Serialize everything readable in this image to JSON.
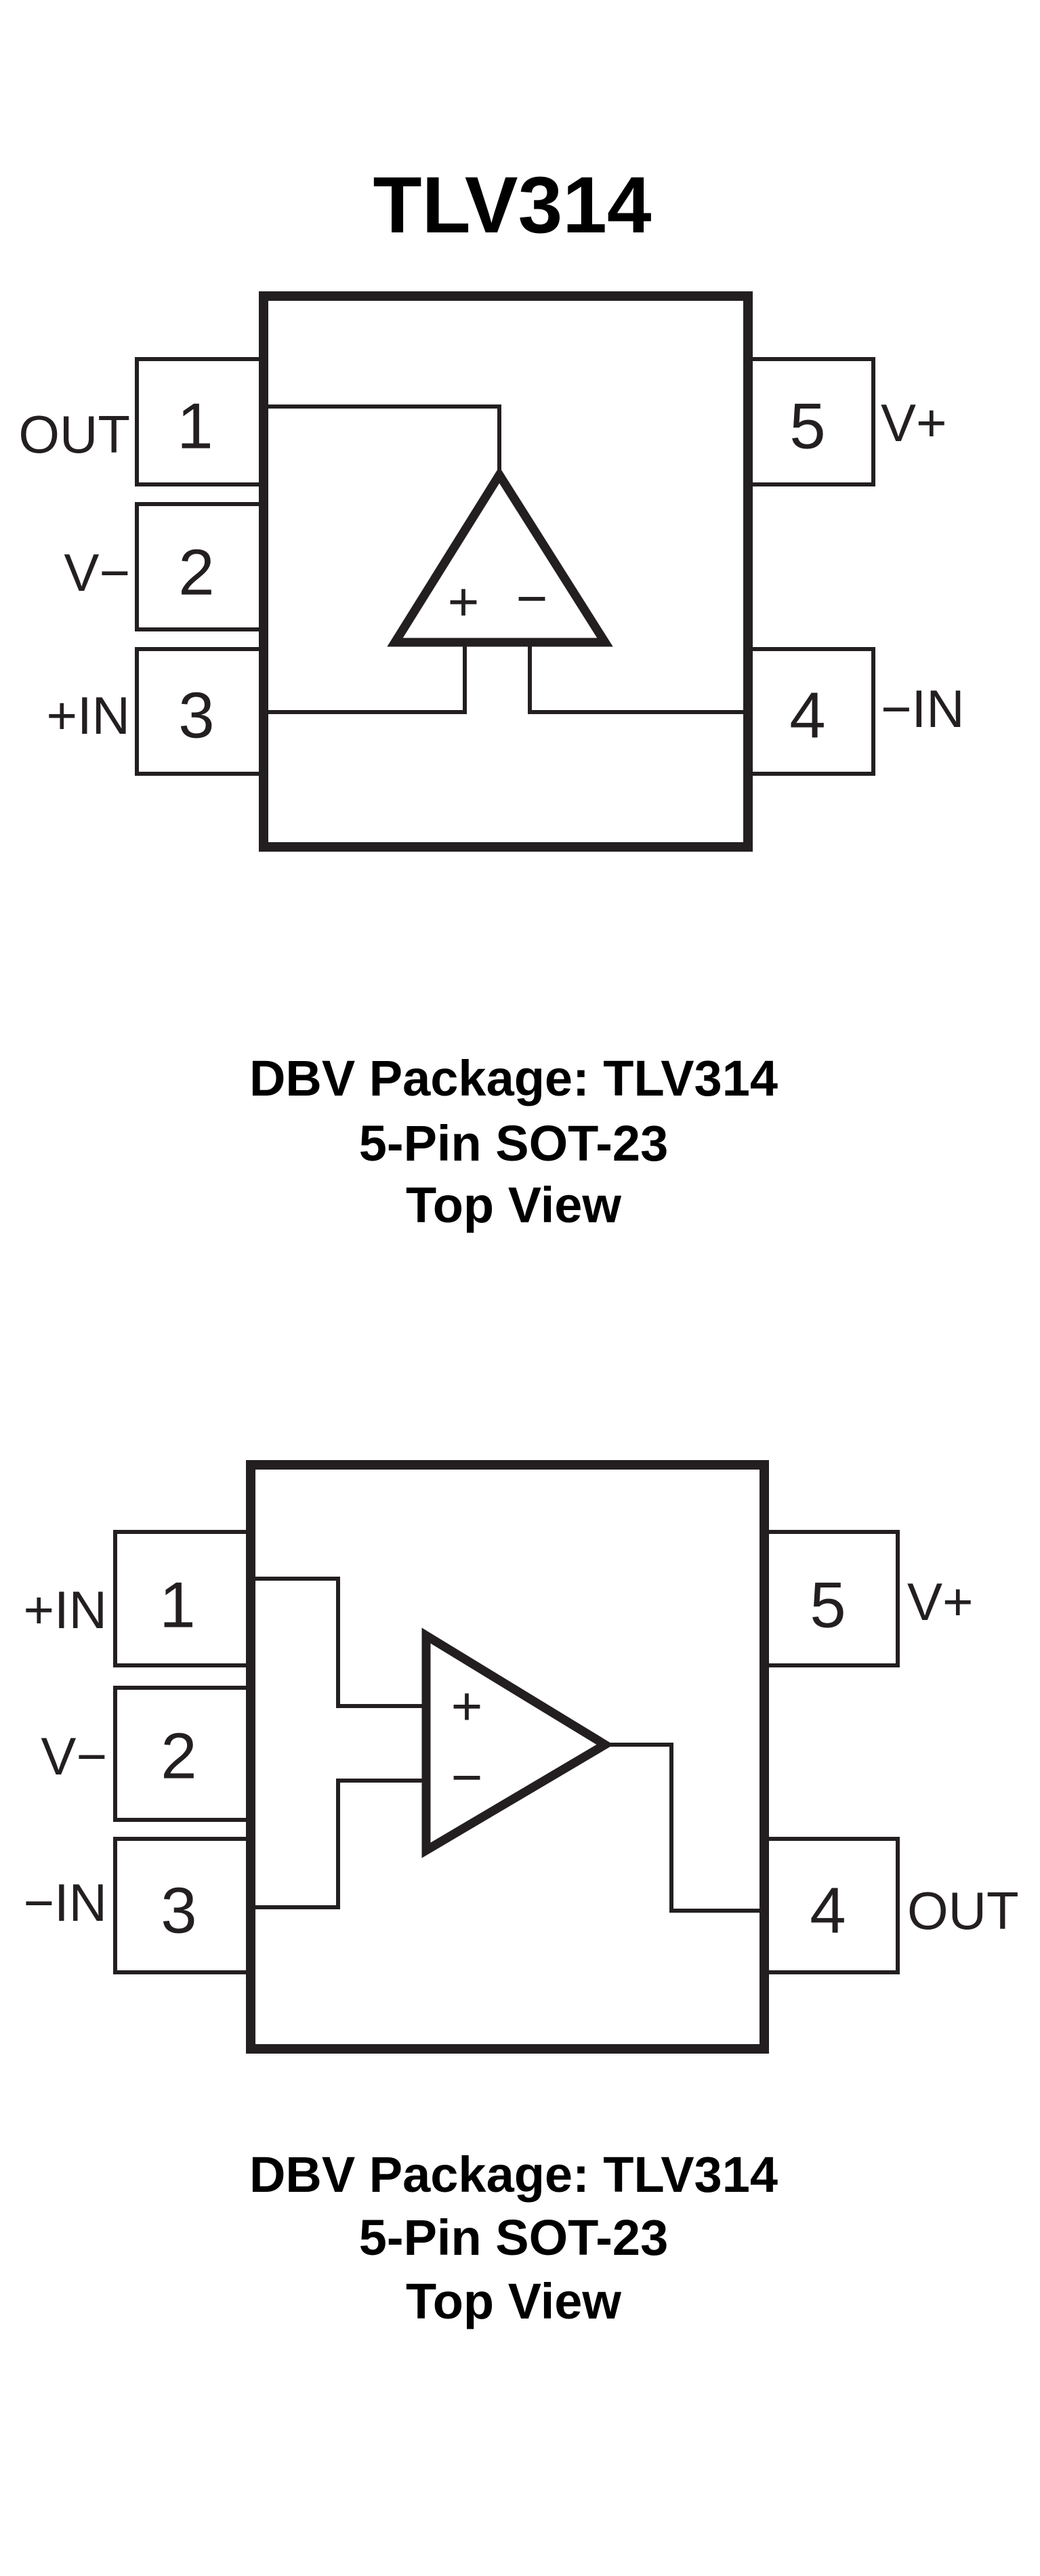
{
  "top_diagram": {
    "title": "TLV314",
    "pins": [
      {
        "number": "1",
        "name": "OUT"
      },
      {
        "number": "2",
        "name": "V−"
      },
      {
        "number": "3",
        "name": "+IN"
      },
      {
        "number": "4",
        "name": "−IN"
      },
      {
        "number": "5",
        "name": "V+"
      }
    ],
    "amp_plus": "+",
    "amp_minus": "−",
    "caption": [
      "DBV Package: TLV314",
      "5-Pin SOT-23",
      "Top View"
    ]
  },
  "bottom_diagram": {
    "pins": [
      {
        "number": "1",
        "name": "+IN"
      },
      {
        "number": "2",
        "name": "V−"
      },
      {
        "number": "3",
        "name": "−IN"
      },
      {
        "number": "4",
        "name": "OUT"
      },
      {
        "number": "5",
        "name": "V+"
      }
    ],
    "amp_plus": "+",
    "amp_minus": "−",
    "caption": [
      "DBV Package: TLV314",
      "5-Pin SOT-23",
      "Top View"
    ]
  }
}
